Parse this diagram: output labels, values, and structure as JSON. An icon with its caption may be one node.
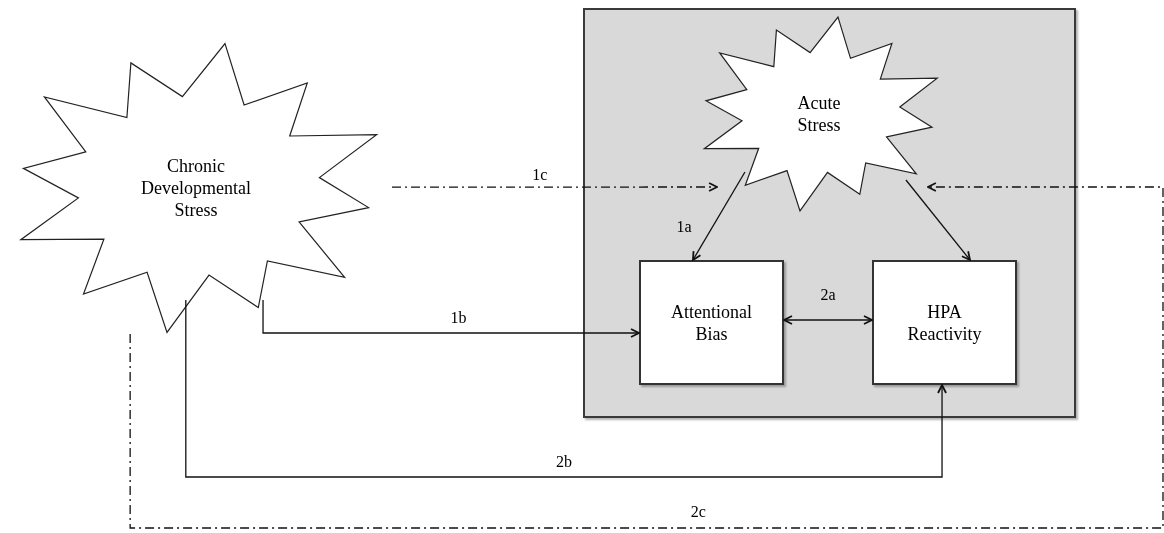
{
  "diagram": {
    "nodes": [
      {
        "text": [
          "Chronic Developmental Stress"
        ]
      },
      {
        "text": [],
        "shape": "box"
      },
      {
        "text": [
          "Acute Stress"
        ],
        "in": 1
      },
      {
        "text": [
          "Attentional Bias"
        ],
        "in": 1
      },
      {
        "text": [
          "HPA Reactivity"
        ],
        "in": 1
      }
    ],
    "edges": [
      {
        "from": 2,
        "to": 3,
        "arrow": "to",
        "label": "1a"
      },
      {
        "from": 2,
        "to": 4,
        "arrow": "to"
      },
      {
        "from": 3,
        "to": 4,
        "arrow": "both",
        "label": "2a"
      },
      {
        "from": 0,
        "to": 3,
        "arrow": "to",
        "label": "1b"
      },
      {
        "from": 0,
        "to": 4,
        "arrow": "to",
        "label": "2b"
      },
      {
        "from": 0,
        "to": 2,
        "arrow": "to",
        "label": "1c",
        "style": "dashed"
      },
      {
        "from": 0,
        "to": 2,
        "arrow": "to",
        "label": "2c",
        "style": "dashed"
      }
    ]
  }
}
